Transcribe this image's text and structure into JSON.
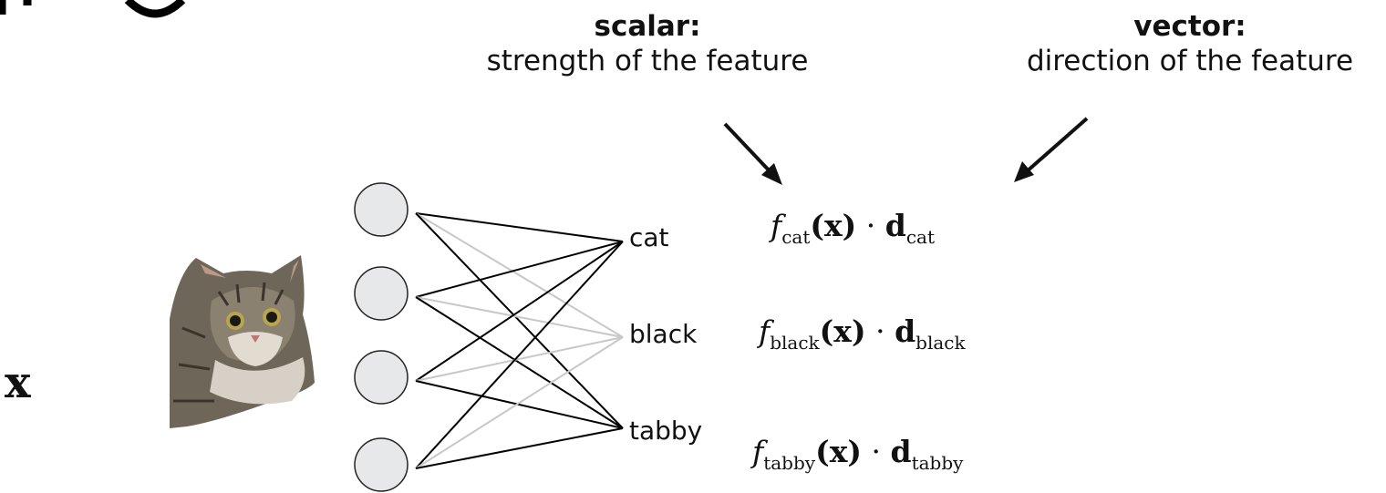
{
  "top_fragment": "",
  "captions": {
    "scalar": {
      "title": "scalar:",
      "text": "strength of the feature"
    },
    "vector": {
      "title": "vector:",
      "text": "direction of the feature"
    }
  },
  "input_variable": "x",
  "feature_labels": [
    "cat",
    "black",
    "tabby"
  ],
  "formulas": [
    {
      "f": "f",
      "sub": "cat",
      "x": "(x)",
      "dot": " · ",
      "d": "d",
      "dsub": "cat"
    },
    {
      "f": "f",
      "sub": "black",
      "x": "(x)",
      "dot": " · ",
      "d": "d",
      "dsub": "black"
    },
    {
      "f": "f",
      "sub": "tabby",
      "x": "(x)",
      "dot": " · ",
      "d": "d",
      "dsub": "tabby"
    }
  ],
  "edges": [
    {
      "from": 0,
      "to": 0,
      "color": "#000000"
    },
    {
      "from": 0,
      "to": 1,
      "color": "#c8c8c8"
    },
    {
      "from": 0,
      "to": 2,
      "color": "#000000"
    },
    {
      "from": 1,
      "to": 0,
      "color": "#000000"
    },
    {
      "from": 1,
      "to": 1,
      "color": "#c8c8c8"
    },
    {
      "from": 1,
      "to": 2,
      "color": "#000000"
    },
    {
      "from": 2,
      "to": 0,
      "color": "#000000"
    },
    {
      "from": 2,
      "to": 1,
      "color": "#c8c8c8"
    },
    {
      "from": 2,
      "to": 2,
      "color": "#000000"
    },
    {
      "from": 3,
      "to": 0,
      "color": "#000000"
    },
    {
      "from": 3,
      "to": 1,
      "color": "#c8c8c8"
    },
    {
      "from": 3,
      "to": 2,
      "color": "#000000"
    }
  ],
  "colors": {
    "node_fill": "#e6e8ea",
    "node_stroke": "#222222",
    "arrow": "#111111"
  }
}
